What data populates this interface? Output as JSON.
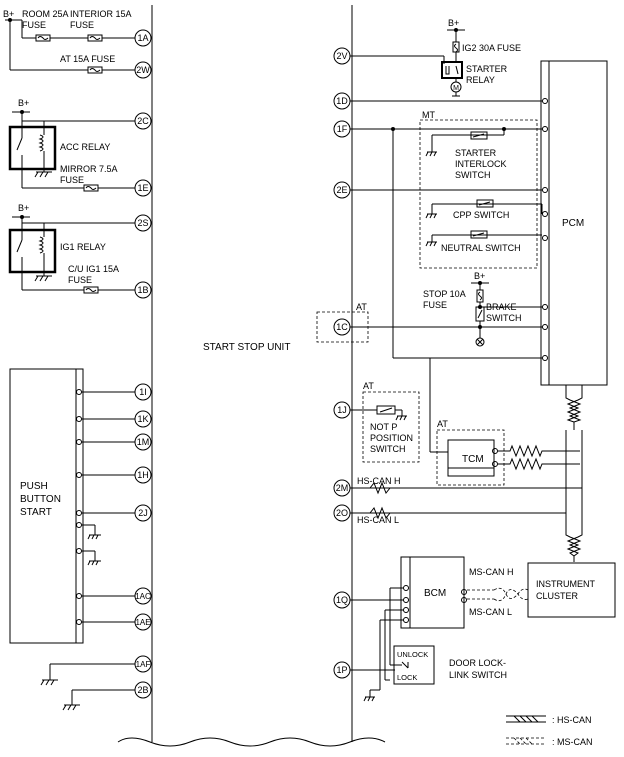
{
  "labels": {
    "b_plus": "B+",
    "room_fuse": "ROOM 25A",
    "interior_fuse": "INTERIOR 15A",
    "fuse": "FUSE",
    "at_fuse": "AT 15A FUSE",
    "acc_relay": "ACC RELAY",
    "mirror_fuse": "MIRROR 7.5A",
    "ig1_relay": "IG1 RELAY",
    "cu_ig1_fuse": "C/U IG1 15A",
    "push_button_start_1": "PUSH",
    "push_button_start_2": "BUTTON",
    "push_button_start_3": "START",
    "start_stop_unit": "START STOP UNIT",
    "ig2_fuse": "IG2 30A FUSE",
    "starter_relay_1": "STARTER",
    "starter_relay_2": "RELAY",
    "mt": "MT",
    "starter_interlock_1": "STARTER",
    "starter_interlock_2": "INTERLOCK",
    "starter_interlock_3": "SWITCH",
    "cpp_switch": "CPP SWITCH",
    "neutral_switch": "NEUTRAL SWITCH",
    "pcm": "PCM",
    "stop_fuse": "STOP 10A",
    "brake_switch_1": "BRAKE",
    "brake_switch_2": "SWITCH",
    "at": "AT",
    "not_p_1": "NOT P",
    "not_p_2": "POSITION",
    "not_p_3": "SWITCH",
    "tcm": "TCM",
    "hs_can_h": "HS-CAN H",
    "hs_can_l": "HS-CAN L",
    "bcm": "BCM",
    "ms_can_h": "MS-CAN H",
    "ms_can_l": "MS-CAN L",
    "instrument_1": "INSTRUMENT",
    "instrument_2": "CLUSTER",
    "unlock": "UNLOCK",
    "lock": "LOCK",
    "door_lock_1": "DOOR LOCK-",
    "door_lock_2": "LINK SWITCH",
    "legend_hs": ": HS-CAN",
    "legend_ms": ": MS-CAN"
  },
  "pins": {
    "left": [
      "1A",
      "2W",
      "2C",
      "1E",
      "2S",
      "1B",
      "1I",
      "1K",
      "1M",
      "1H",
      "2J",
      "1AC",
      "1AE",
      "1AF",
      "2B"
    ],
    "right": [
      "2V",
      "1D",
      "1F",
      "2E",
      "1C",
      "1J",
      "2M",
      "2O",
      "1Q",
      "1P"
    ]
  }
}
